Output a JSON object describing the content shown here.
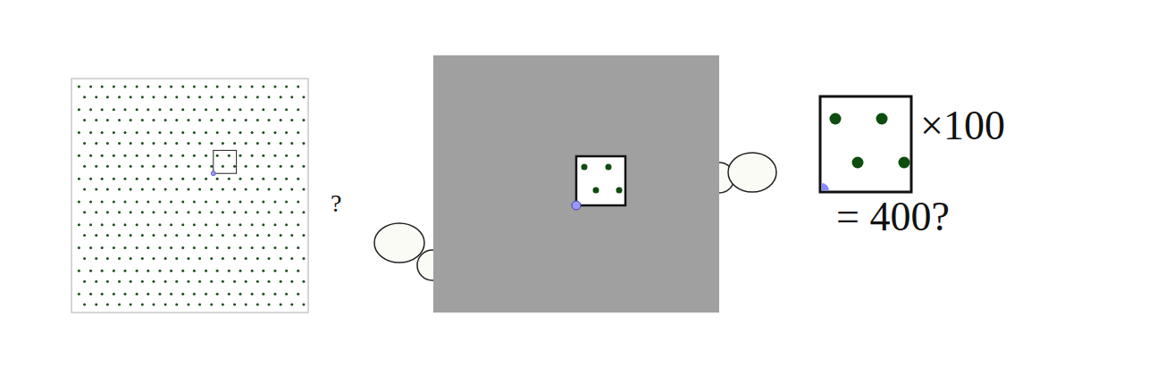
{
  "diagram": {
    "nodes": [
      {
        "text": [
          "?"
        ]
      },
      {
        "text": [
          "×100",
          "= 400?"
        ]
      }
    ]
  }
}
